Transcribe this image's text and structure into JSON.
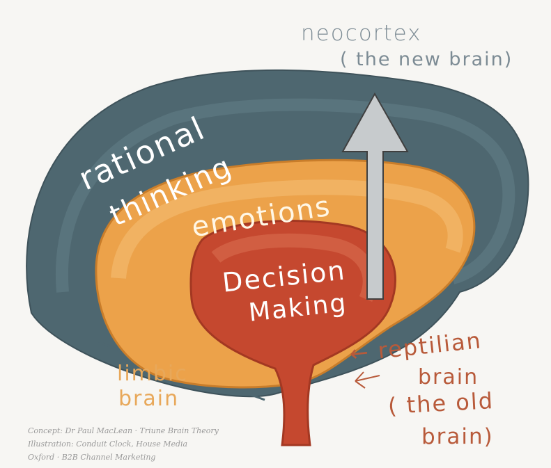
{
  "labels": {
    "neocortex": "neocortex",
    "neocortex_sub": "( the new brain)",
    "rational": "rational",
    "thinking": "thinking",
    "emotions": "emotions",
    "decision": "Decision",
    "making": "Making",
    "limbic_line1": "limbic",
    "limbic_line2": "brain",
    "reptilian_line1": "← reptilian",
    "reptilian_line2": "brain",
    "reptilian_line3": "( the old",
    "reptilian_line4": "brain)"
  },
  "credits": [
    "Concept: Dr Paul MacLean · Triune Brain Theory",
    "Illustration: Conduit Clock, House Media",
    "Oxford · B2B Channel Marketing"
  ],
  "colors": {
    "outer_layer": "#4e6770",
    "middle_layer": "#eca24a",
    "inner_core": "#c5482f",
    "arrow": "#c7cbcd",
    "background": "#f7f6f3"
  }
}
